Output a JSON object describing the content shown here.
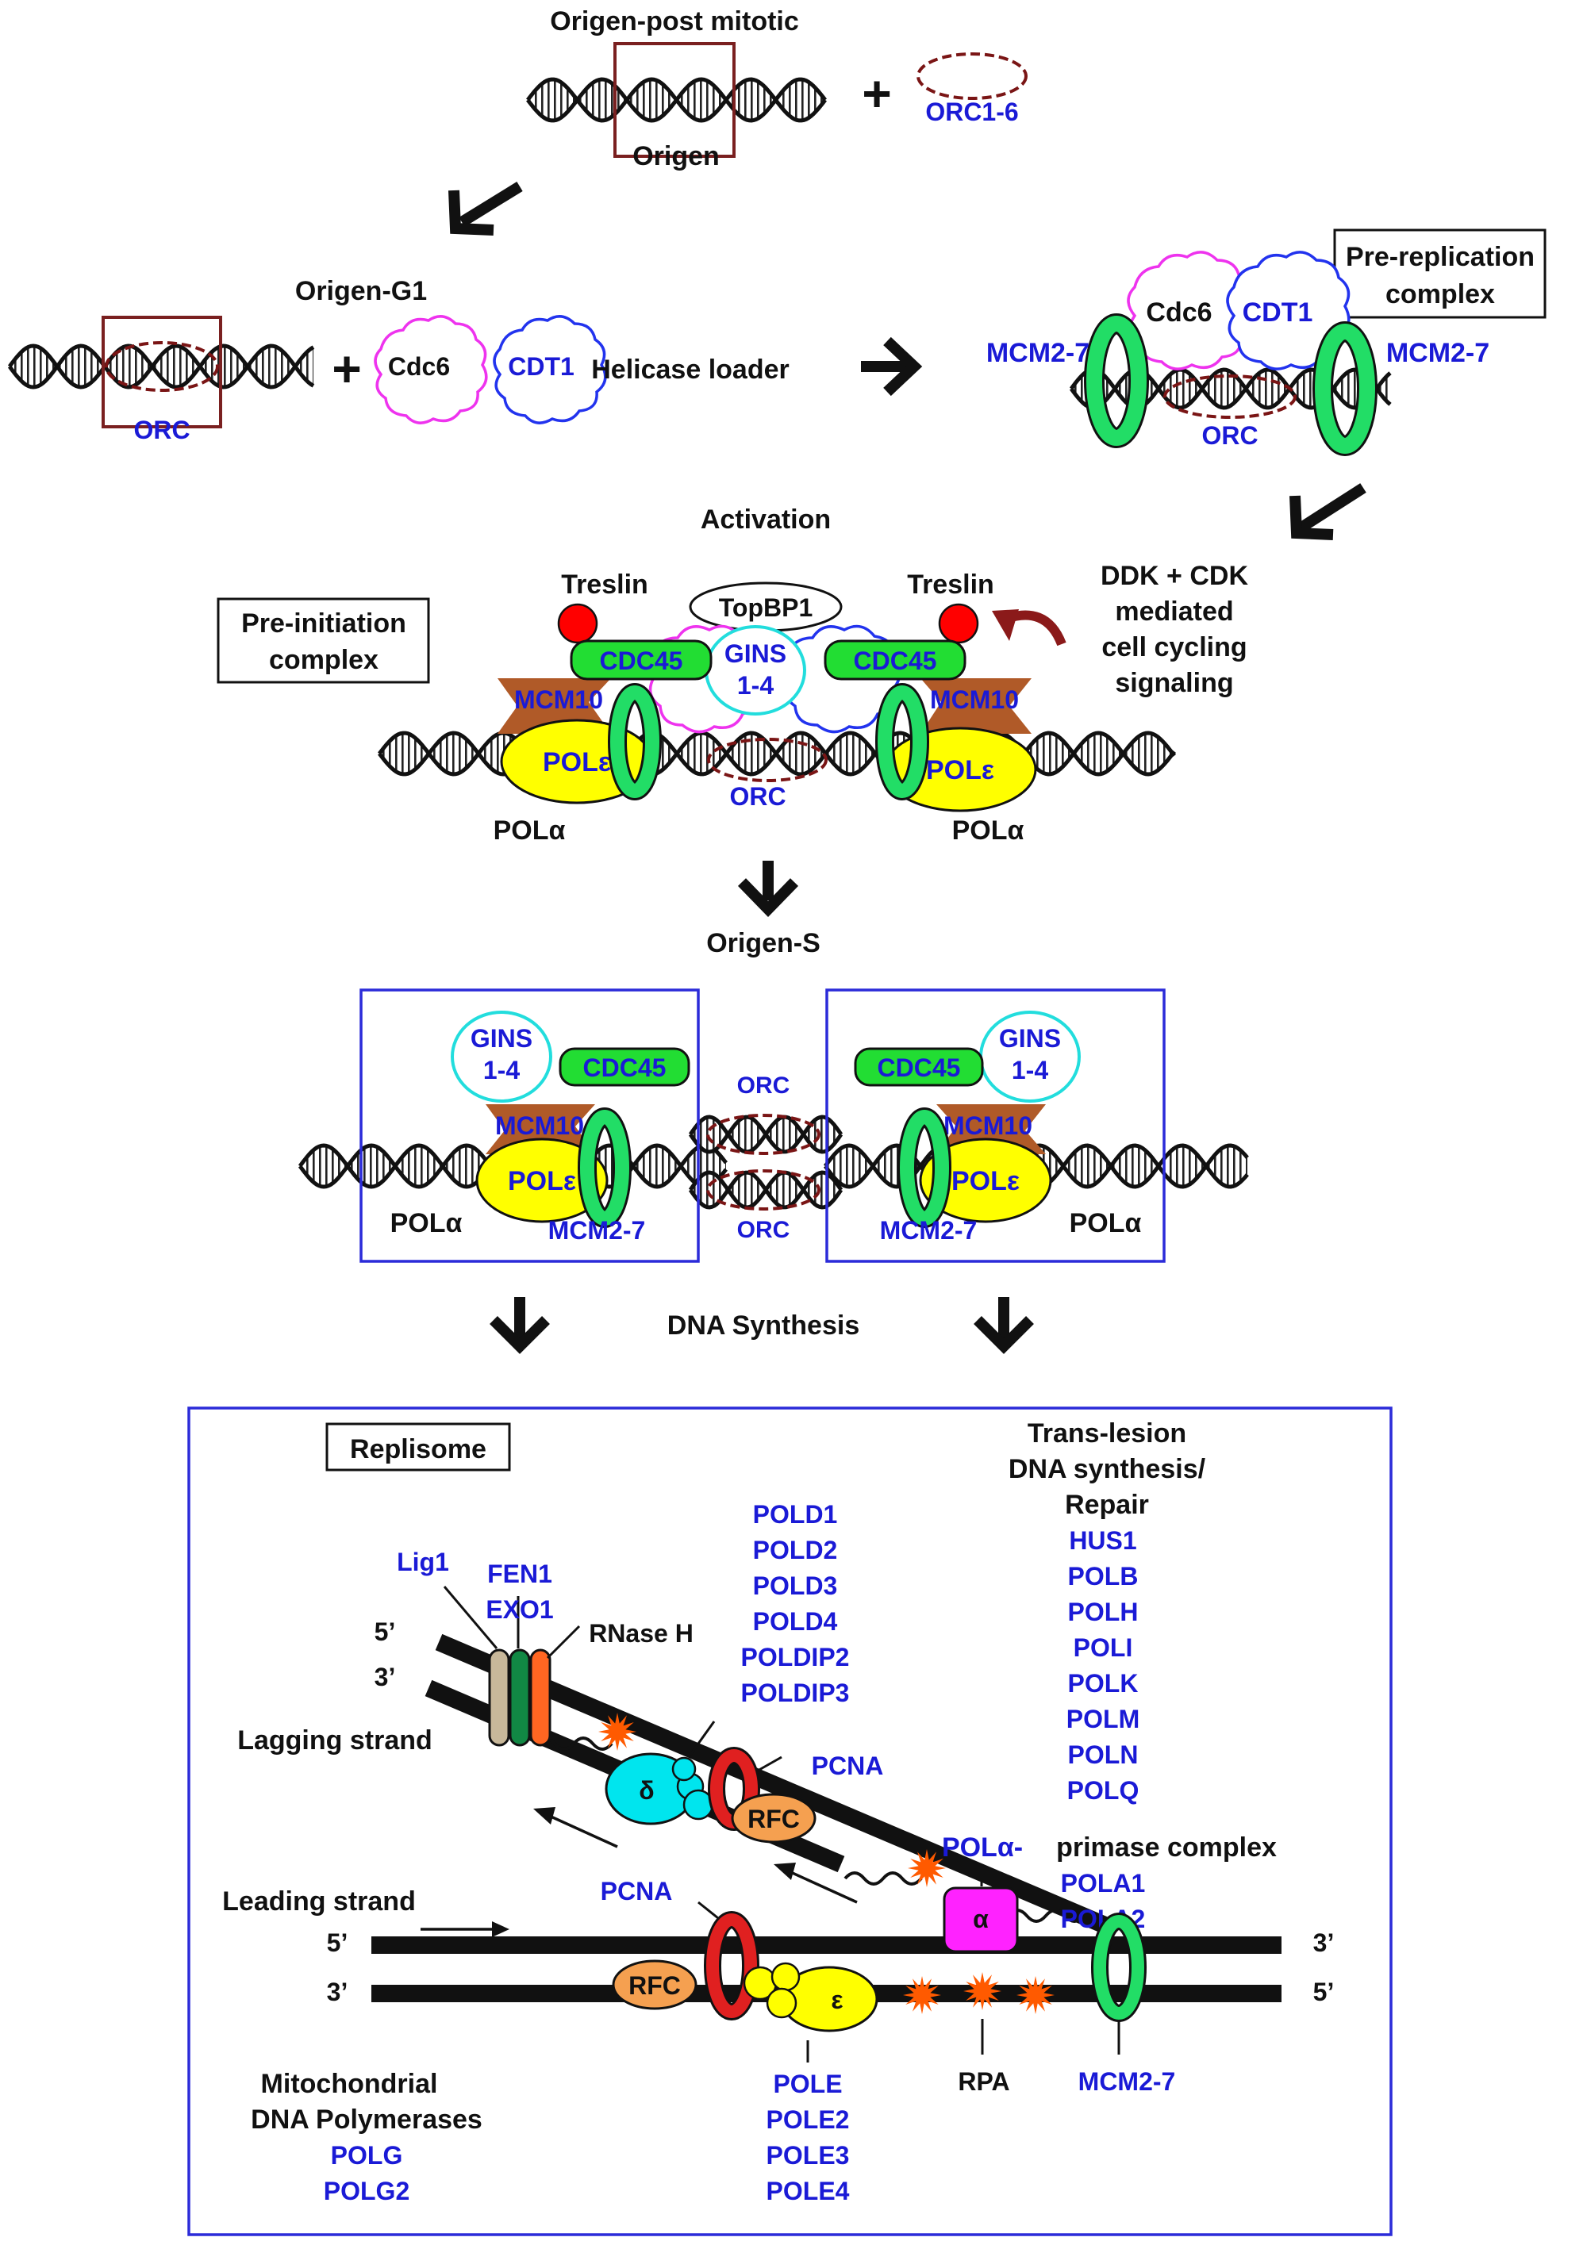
{
  "colors": {
    "blue_text": "#1a1ad6",
    "black_text": "#111111",
    "box_border": "#2b2bd9",
    "origin_box": "#7a2020",
    "orc_dash": "#7a1515",
    "cdc45": "#22dd33",
    "mcm": "#22dd66",
    "mcm10": "#b05a28",
    "pol_epsilon": "#ffff00",
    "pol_delta": "#00e5ee",
    "rfc": "#f5a050",
    "pcna": "#e02020",
    "pol_alpha_box": "#ff22ff",
    "cdc6_outline": "#ee33ee",
    "cdt1_outline": "#2233ee",
    "gins_outline": "#22dddd",
    "treslin": "#ff0000",
    "star": "#ff5a00",
    "lig1": "#c8b89a",
    "fen1": "#118844",
    "rnaseh": "#ff6622"
  },
  "stage1": {
    "title": "Origen-post mitotic",
    "origin_label": "Origen",
    "plus": "+",
    "orc_label": "ORC1-6"
  },
  "stage2": {
    "title": "Origen-G1",
    "plus": "+",
    "cdc6": "Cdc6",
    "cdt1": "CDT1",
    "helicase_label": "Helicase loader",
    "orc_label": "ORC"
  },
  "prerep": {
    "box_line1": "Pre-replication",
    "box_line2": "complex",
    "cdc6": "Cdc6",
    "cdt1": "CDT1",
    "mcm_left": "MCM2-7",
    "mcm_right": "MCM2-7",
    "orc": "ORC"
  },
  "activation": {
    "title": "Activation",
    "signal_line1": "DDK + CDK",
    "signal_line2": "mediated",
    "signal_line3": "cell cycling",
    "signal_line4": "signaling",
    "box_line1": "Pre-initiation",
    "box_line2": "complex",
    "treslin_left": "Treslin",
    "treslin_right": "Treslin",
    "topbp1": "TopBP1",
    "gins_line1": "GINS",
    "gins_line2": "1-4",
    "cdc45_left": "CDC45",
    "cdc45_right": "CDC45",
    "mcm10_left": "MCM10",
    "mcm10_right": "MCM10",
    "pole_left": "POLε",
    "pole_right": "POLε",
    "orc": "ORC",
    "pola_left": "POLα",
    "pola_right": "POLα"
  },
  "origin_s": {
    "title": "Origen-S",
    "gins_line1": "GINS",
    "gins_line2": "1-4",
    "cdc45": "CDC45",
    "mcm10": "MCM10",
    "pole": "POLε",
    "pola": "POLα",
    "mcm27": "MCM2-7",
    "orc_top": "ORC",
    "orc_bottom": "ORC"
  },
  "synthesis": {
    "title": "DNA Synthesis"
  },
  "replisome": {
    "box_label": "Replisome",
    "lig1": "Lig1",
    "fen1": "FEN1",
    "exo1": "EXO1",
    "rnaseh": "RNase H",
    "five_prime_lag": "5’",
    "three_prime_lag": "3’",
    "lagging": "Lagging strand",
    "leading": "Leading strand",
    "pold": [
      "POLD1",
      "POLD2",
      "POLD3",
      "POLD4",
      "POLDIP2",
      "POLDIP3"
    ],
    "pcna_top": "PCNA",
    "pcna_bottom": "PCNA",
    "rfc_top": "RFC",
    "rfc_bottom": "RFC",
    "delta": "δ",
    "epsilon": "ε",
    "alpha": "α",
    "tls_line1": "Trans-lesion",
    "tls_line2": "DNA synthesis/",
    "tls_line3": "Repair",
    "tls": [
      "HUS1",
      "POLB",
      "POLH",
      "POLI",
      "POLK",
      "POLM",
      "POLN",
      "POLQ"
    ],
    "pola_prefix": "POLα-",
    "pola_suffix": "primase complex",
    "pola_genes": [
      "POLA1",
      "POLA2"
    ],
    "five_prime_left": "5’",
    "three_prime_left": "3’",
    "three_prime_right": "3’",
    "five_prime_right": "5’",
    "pole_genes": [
      "POLE",
      "POLE2",
      "POLE3",
      "POLE4"
    ],
    "rpa": "RPA",
    "mcm27": "MCM2-7",
    "mito_line1": "Mitochondrial",
    "mito_line2": "DNA Polymerases",
    "mito_genes": [
      "POLG",
      "POLG2"
    ]
  }
}
